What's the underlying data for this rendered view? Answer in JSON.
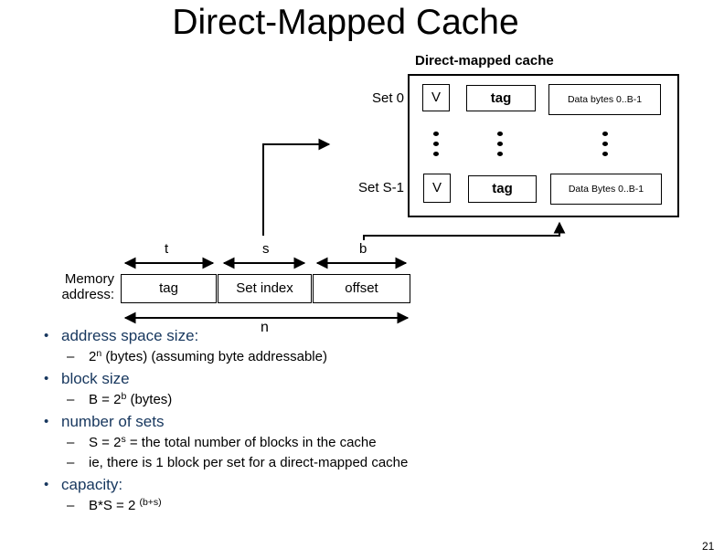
{
  "slide": {
    "title": "Direct-Mapped Cache",
    "page_number": "21"
  },
  "cache_diagram": {
    "heading": "Direct-mapped cache",
    "rows": [
      {
        "set_label": "Set 0",
        "valid_label": "V",
        "tag_label": "tag",
        "data_label": "Data bytes 0..B-1"
      },
      {
        "set_label": "Set S-1",
        "valid_label": "V",
        "tag_label": "tag",
        "data_label": "Data Bytes 0..B-1"
      }
    ]
  },
  "address_diagram": {
    "label": {
      "line1": "Memory",
      "line2": "address:"
    },
    "field_width_labels": [
      "t",
      "s",
      "b"
    ],
    "fields": [
      "tag",
      "Set index",
      "offset"
    ],
    "total_width_label": "n"
  },
  "bullets": [
    {
      "text": "address space size:"
    },
    {
      "pre": "2",
      "sup": "n",
      "post": " (bytes) (assuming byte addressable)"
    },
    {
      "text": "block size"
    },
    {
      "pre": "B = 2",
      "sup": "b",
      "post": " (bytes)"
    },
    {
      "text": "number of sets"
    },
    {
      "pre": "S = 2",
      "sup": "s",
      "post": " = the total number of blocks in the cache"
    },
    {
      "text": "ie, there is 1 block per set for a direct-mapped cache"
    },
    {
      "text": "capacity:"
    },
    {
      "pre": "B*S = 2 ",
      "sup": "(b+s)",
      "post": ""
    }
  ],
  "colors": {
    "accent_text": "#17375E",
    "body_text": "#000000",
    "background": "#ffffff"
  }
}
